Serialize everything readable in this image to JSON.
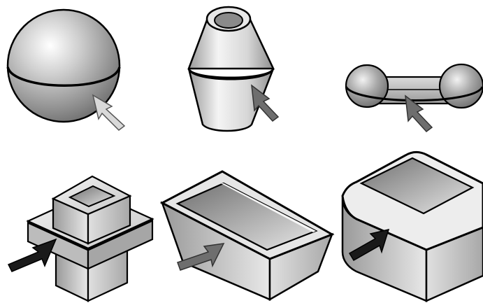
{
  "figure": {
    "background": "#ffffff",
    "stroke": "#000000",
    "arrow_colors": {
      "light": "#d9d9d9",
      "medium": "#6e6e6e",
      "dark": "#1a1a1a"
    },
    "shapes": [
      {
        "name": "sphere",
        "arrow": "light"
      },
      {
        "name": "double-cone",
        "arrow": "medium"
      },
      {
        "name": "dumbbell",
        "arrow": "medium"
      },
      {
        "name": "stacked-square-tube",
        "arrow": "dark"
      },
      {
        "name": "open-tray",
        "arrow": "medium"
      },
      {
        "name": "rounded-open-box",
        "arrow": "dark"
      }
    ]
  }
}
